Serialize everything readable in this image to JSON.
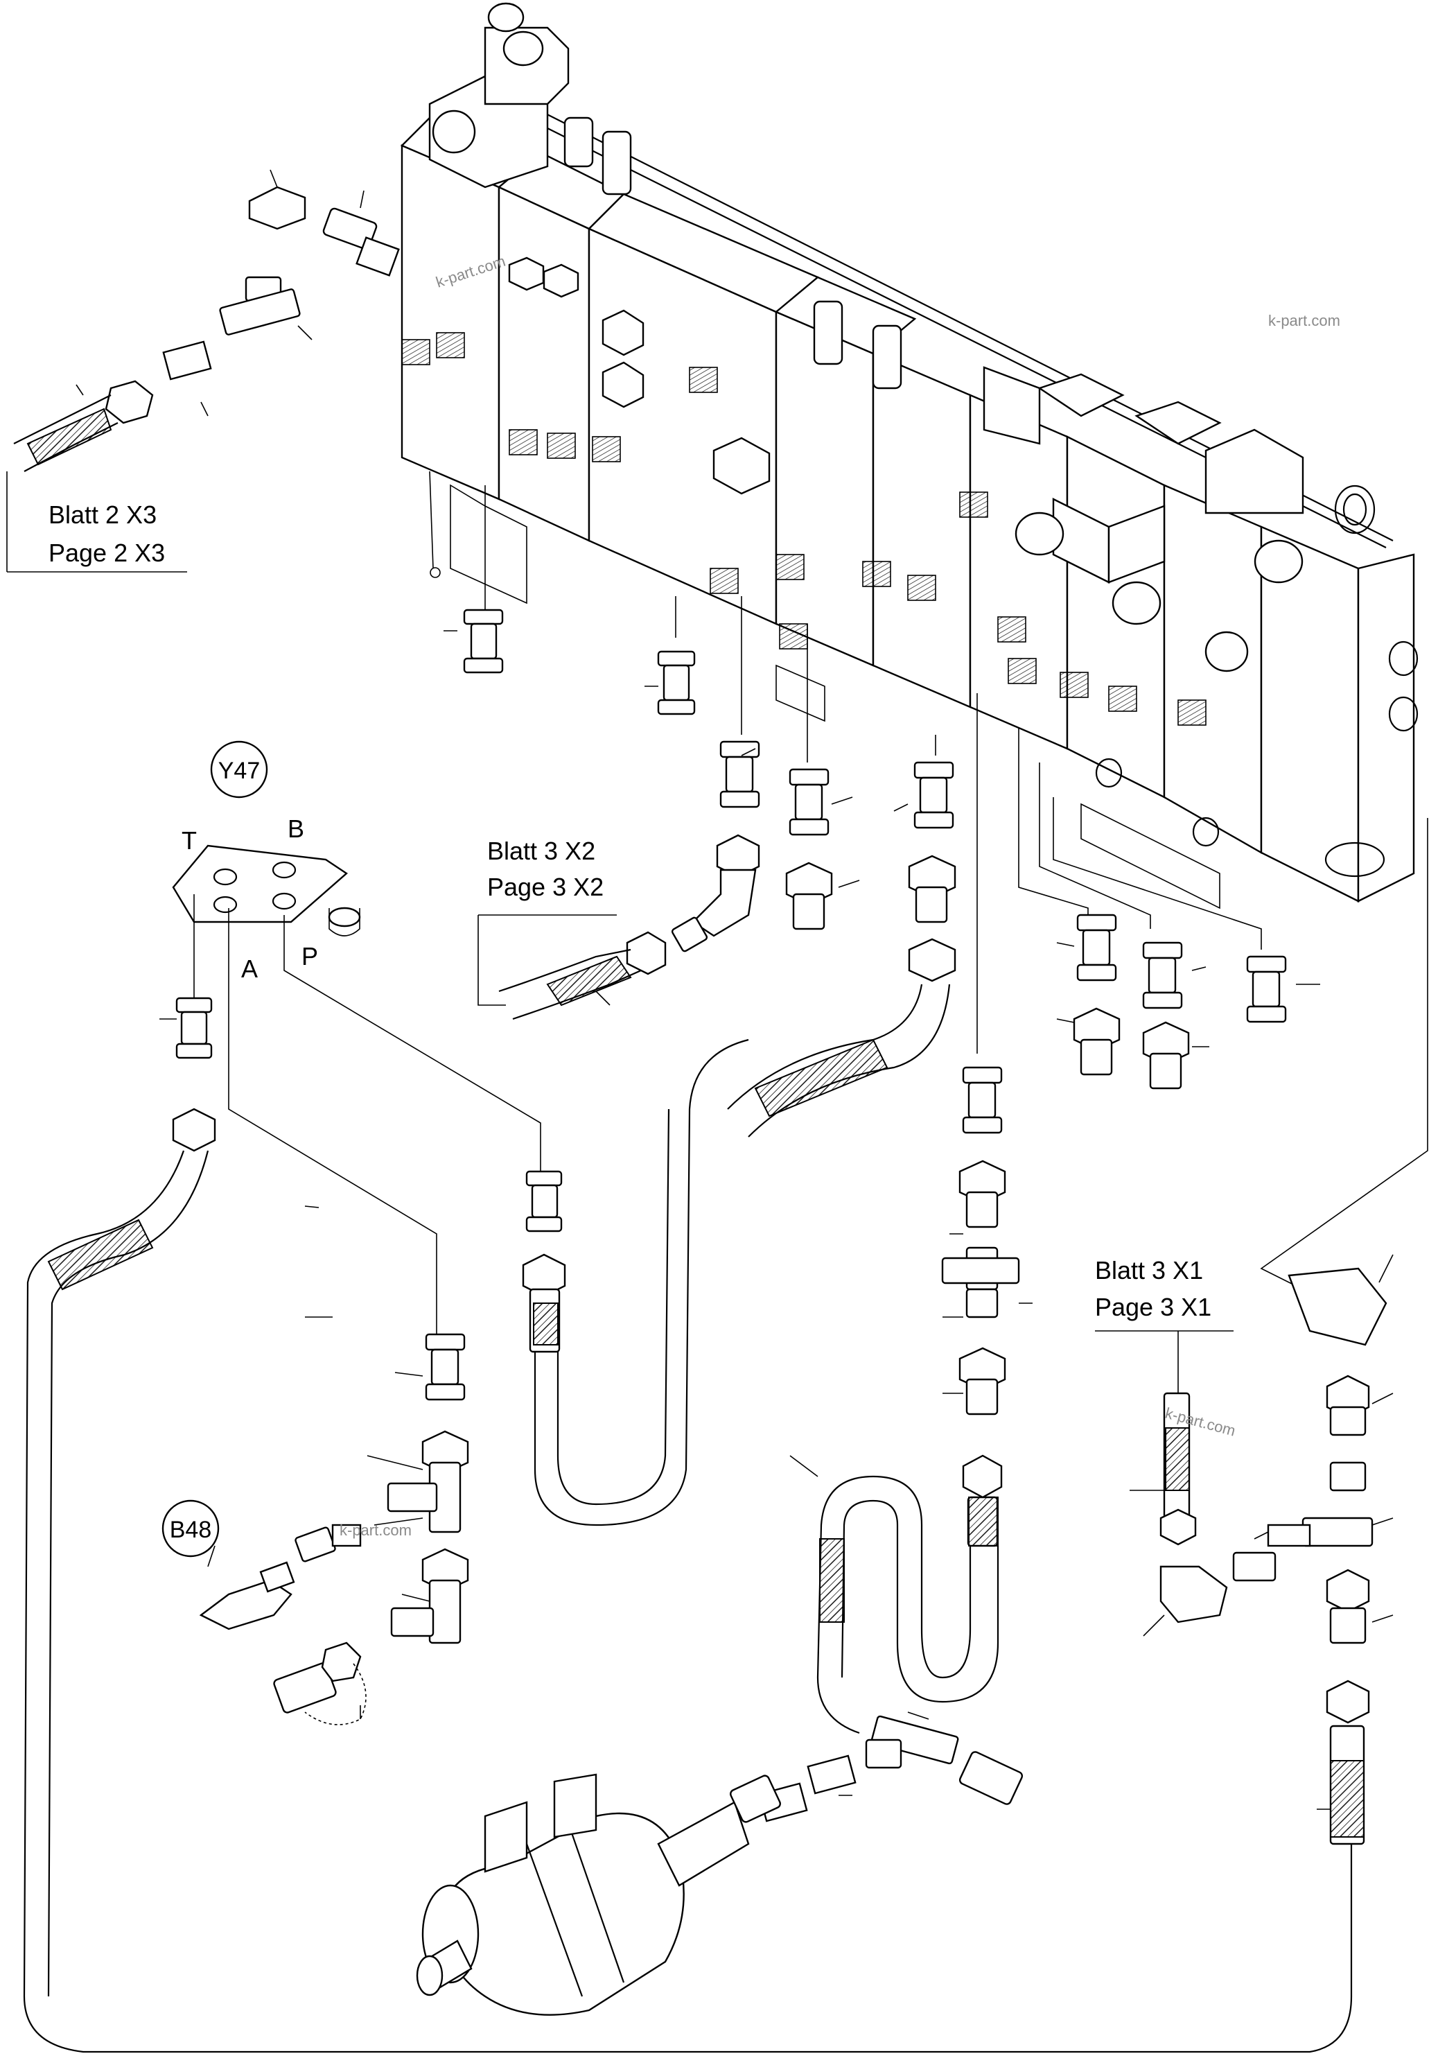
{
  "labels": {
    "blatt_2_x3": "Blatt 2 X3",
    "page_2_x3": "Page 2 X3",
    "blatt_3_x2": "Blatt 3 X2",
    "page_3_x2": "Page 3 X2",
    "blatt_3_x1": "Blatt 3 X1",
    "page_3_x1": "Page 3 X1",
    "y47": "Y47",
    "b48": "B48",
    "port_t": "T",
    "port_b": "B",
    "port_a": "A",
    "port_p": "P"
  },
  "watermarks": [
    "k-part.com",
    "k-part.com",
    "k-part.com",
    "k-part.com"
  ]
}
